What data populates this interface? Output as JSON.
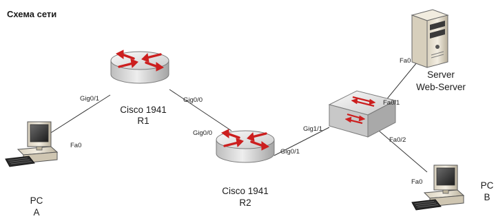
{
  "title": "Схема сети",
  "devices": {
    "r1": {
      "model": "Cisco 1941",
      "name": "R1"
    },
    "r2": {
      "model": "Cisco 1941",
      "name": "R2"
    },
    "server": {
      "type": "Server",
      "name": "Web-Server"
    },
    "pc_a": {
      "type": "PC",
      "name": "A"
    },
    "pc_b": {
      "type": "PC",
      "name": "B"
    }
  },
  "ports": {
    "r1_gig01": "Gig0/1",
    "r1_gig00": "Gig0/0",
    "r2_gig00": "Gig0/0",
    "r2_gig01": "Gig0/1",
    "sw_gig11": "Gig1/1",
    "sw_fa01": "Fa0/1",
    "sw_fa02": "Fa0/2",
    "server_fa0": "Fa0",
    "pca_fa0": "Fa0",
    "pcb_fa0": "Fa0"
  },
  "colors": {
    "router_arrow": "#cc1f1f",
    "link": "#333333"
  },
  "icons": {
    "router": "router-icon",
    "switch": "switch-icon",
    "server": "server-icon",
    "pc": "pc-icon"
  }
}
